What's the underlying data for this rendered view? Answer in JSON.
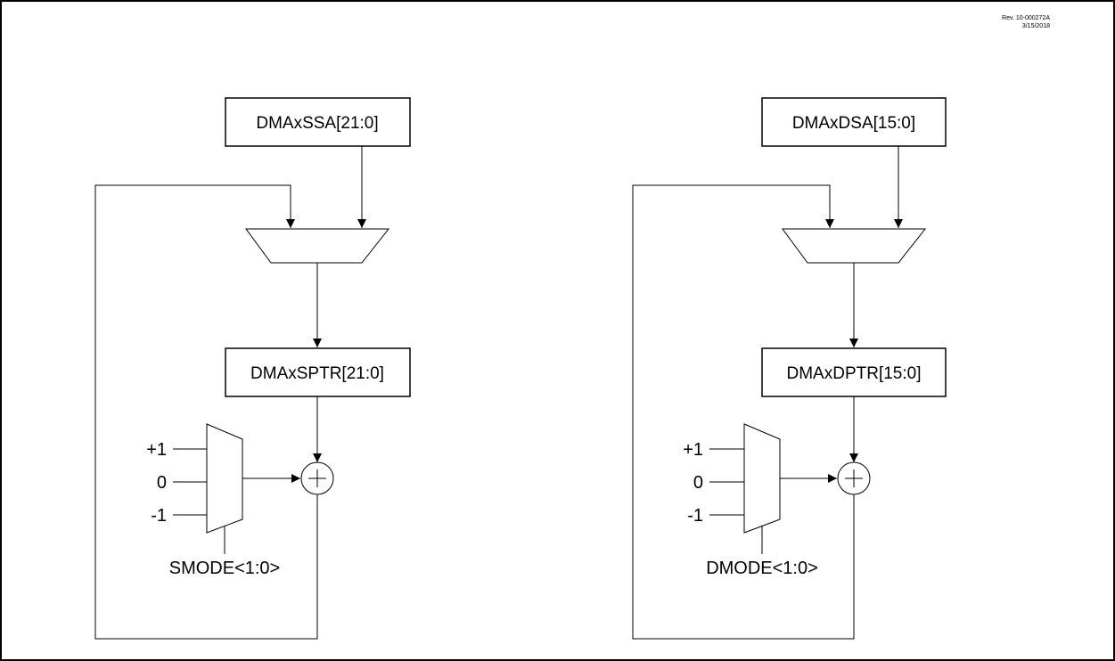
{
  "revision": {
    "line1": "Rev. 10-000272A",
    "line2": "3/15/2018"
  },
  "source": {
    "address_register": "DMAxSSA[21:0]",
    "pointer_register": "DMAxSPTR[21:0]",
    "mode_select": "SMODE<1:0>",
    "inputs": [
      "+1",
      "0",
      "-1"
    ]
  },
  "destination": {
    "address_register": "DMAxDSA[15:0]",
    "pointer_register": "DMAxDPTR[15:0]",
    "mode_select": "DMODE<1:0>",
    "inputs": [
      "+1",
      "0",
      "-1"
    ]
  }
}
